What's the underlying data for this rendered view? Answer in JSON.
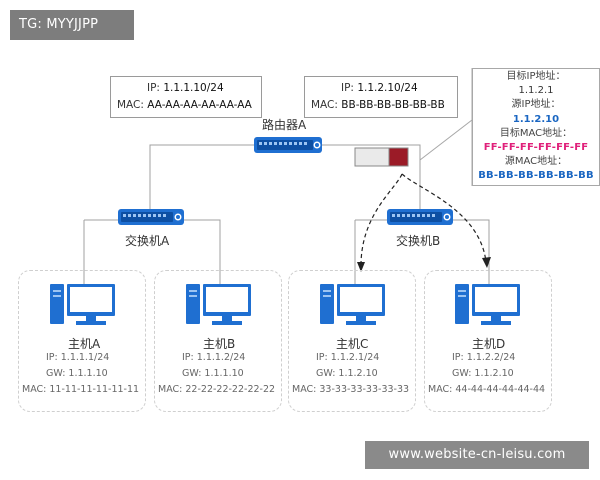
{
  "tag": "TG: MYYJJPP",
  "watermark": "www.website-cn-leisu.com",
  "router": {
    "name": "路由器A",
    "left_port": {
      "ip_label": "IP:",
      "ip": "1.1.1.10/24",
      "mac_label": "MAC:",
      "mac": "AA-AA-AA-AA-AA-AA"
    },
    "right_port": {
      "ip_label": "IP:",
      "ip": "1.1.2.10/24",
      "mac_label": "MAC:",
      "mac": "BB-BB-BB-BB-BB-BB"
    }
  },
  "switches": [
    {
      "name": "交换机A"
    },
    {
      "name": "交换机B"
    }
  ],
  "packet_callout": {
    "dst_ip_label": "目标IP地址：",
    "dst_ip": "1.1.2.1",
    "src_ip_label": "源IP地址：",
    "src_ip": "1.1.2.10",
    "dst_mac_label": "目标MAC地址：",
    "dst_mac": "FF-FF-FF-FF-FF-FF",
    "src_mac_label": "源MAC地址：",
    "src_mac": "BB-BB-BB-BB-BB-BB"
  },
  "packet_colors": {
    "header": "#eaeaea",
    "payload": "#9b1b27"
  },
  "hosts": [
    {
      "name": "主机A",
      "ip": "IP:  1.1.1.1/24",
      "gw": "GW:  1.1.1.10",
      "mac": "MAC:  11-11-11-11-11-11"
    },
    {
      "name": "主机B",
      "ip": "IP:  1.1.1.2/24",
      "gw": "GW:  1.1.1.10",
      "mac": "MAC:  22-22-22-22-22-22"
    },
    {
      "name": "主机C",
      "ip": "IP:  1.1.2.1/24",
      "gw": "GW:  1.1.2.10",
      "mac": "MAC:  33-33-33-33-33-33"
    },
    {
      "name": "主机D",
      "ip": "IP:  1.1.2.2/24",
      "gw": "GW:  1.1.2.10",
      "mac": "MAC:  44-44-44-44-44-44"
    }
  ],
  "colors": {
    "device_blue": "#1f6fd1",
    "device_dark": "#0d4fa3",
    "line": "#a0a0a0"
  }
}
